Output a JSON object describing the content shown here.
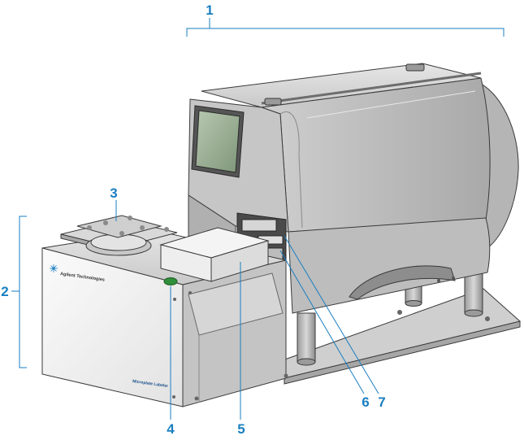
{
  "colors": {
    "callout": "#1a7fc1",
    "body_light": "#d9d9d9",
    "body_mid": "#c2c2c2",
    "body_dark": "#9e9e9e",
    "outline": "#3a3a3a",
    "screen": "#8fa58a",
    "power_button": "#2f8f3a",
    "brand": "#1a7fc1"
  },
  "callouts": {
    "c1": "1",
    "c2": "2",
    "c3": "3",
    "c4": "4",
    "c5": "5",
    "c6": "6",
    "c7": "7"
  },
  "device_text": {
    "brand": "Agilent Technologies",
    "model": "Microplate Labeler"
  },
  "icons": {
    "brand_logo": "agilent-spark-icon",
    "power": "power-button-icon"
  }
}
